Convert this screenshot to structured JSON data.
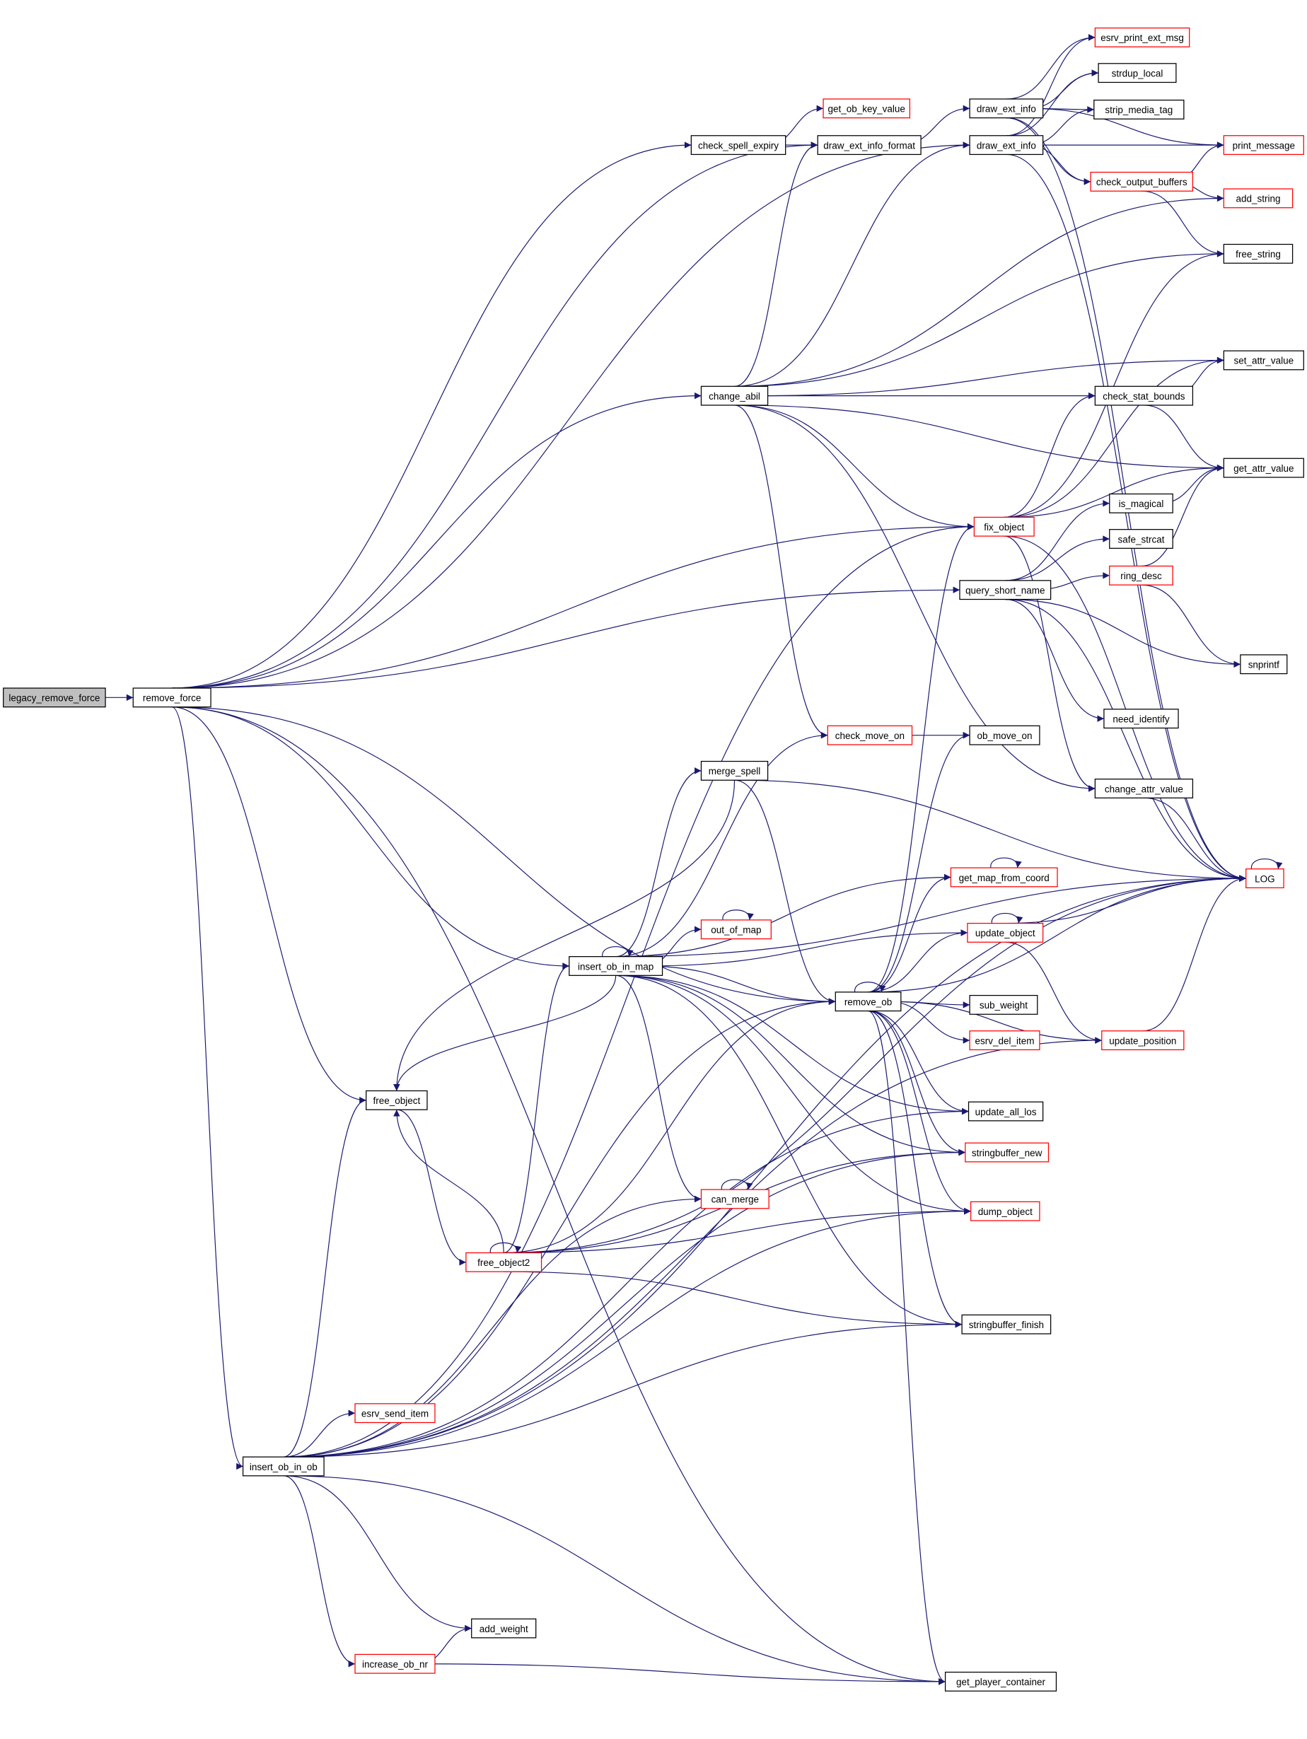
{
  "colors": {
    "edge": "#191970",
    "root_fill": "#bfbfbf",
    "normal_border": "#000000",
    "truncated_border": "#ff0000"
  },
  "nodes": [
    {
      "id": "legacy_remove_force",
      "label": "legacy_remove_force",
      "root": true
    },
    {
      "id": "remove_force",
      "label": "remove_force"
    },
    {
      "id": "check_spell_expiry",
      "label": "check_spell_expiry"
    },
    {
      "id": "get_ob_key_value",
      "label": "get_ob_key_value",
      "truncated": true
    },
    {
      "id": "draw_ext_info_format",
      "label": "draw_ext_info_format"
    },
    {
      "id": "draw_ext_info_1",
      "label": "draw_ext_info"
    },
    {
      "id": "draw_ext_info_2",
      "label": "draw_ext_info"
    },
    {
      "id": "esrv_print_ext_msg",
      "label": "esrv_print_ext_msg",
      "truncated": true
    },
    {
      "id": "strdup_local",
      "label": "strdup_local"
    },
    {
      "id": "strip_media_tag",
      "label": "strip_media_tag"
    },
    {
      "id": "print_message",
      "label": "print_message",
      "truncated": true
    },
    {
      "id": "check_output_buffers",
      "label": "check_output_buffers",
      "truncated": true
    },
    {
      "id": "add_string",
      "label": "add_string",
      "truncated": true
    },
    {
      "id": "free_string",
      "label": "free_string"
    },
    {
      "id": "change_abil",
      "label": "change_abil"
    },
    {
      "id": "set_attr_value",
      "label": "set_attr_value"
    },
    {
      "id": "check_stat_bounds",
      "label": "check_stat_bounds"
    },
    {
      "id": "get_attr_value",
      "label": "get_attr_value"
    },
    {
      "id": "fix_object",
      "label": "fix_object",
      "truncated": true
    },
    {
      "id": "is_magical",
      "label": "is_magical"
    },
    {
      "id": "safe_strcat",
      "label": "safe_strcat"
    },
    {
      "id": "query_short_name",
      "label": "query_short_name"
    },
    {
      "id": "ring_desc",
      "label": "ring_desc",
      "truncated": true
    },
    {
      "id": "snprintf",
      "label": "snprintf"
    },
    {
      "id": "need_identify",
      "label": "need_identify"
    },
    {
      "id": "check_move_on",
      "label": "check_move_on",
      "truncated": true
    },
    {
      "id": "ob_move_on",
      "label": "ob_move_on"
    },
    {
      "id": "merge_spell",
      "label": "merge_spell"
    },
    {
      "id": "change_attr_value",
      "label": "change_attr_value"
    },
    {
      "id": "LOG",
      "label": "LOG",
      "truncated": true
    },
    {
      "id": "get_map_from_coord",
      "label": "get_map_from_coord",
      "truncated": true
    },
    {
      "id": "out_of_map",
      "label": "out_of_map",
      "truncated": true
    },
    {
      "id": "update_object",
      "label": "update_object",
      "truncated": true
    },
    {
      "id": "insert_ob_in_map",
      "label": "insert_ob_in_map"
    },
    {
      "id": "remove_ob",
      "label": "remove_ob"
    },
    {
      "id": "sub_weight",
      "label": "sub_weight"
    },
    {
      "id": "esrv_del_item",
      "label": "esrv_del_item",
      "truncated": true
    },
    {
      "id": "update_position",
      "label": "update_position",
      "truncated": true
    },
    {
      "id": "free_object",
      "label": "free_object"
    },
    {
      "id": "update_all_los",
      "label": "update_all_los"
    },
    {
      "id": "stringbuffer_new",
      "label": "stringbuffer_new",
      "truncated": true
    },
    {
      "id": "can_merge",
      "label": "can_merge",
      "truncated": true
    },
    {
      "id": "dump_object",
      "label": "dump_object",
      "truncated": true
    },
    {
      "id": "free_object2",
      "label": "free_object2",
      "truncated": true
    },
    {
      "id": "stringbuffer_finish",
      "label": "stringbuffer_finish"
    },
    {
      "id": "esrv_send_item",
      "label": "esrv_send_item",
      "truncated": true
    },
    {
      "id": "insert_ob_in_ob",
      "label": "insert_ob_in_ob"
    },
    {
      "id": "add_weight",
      "label": "add_weight"
    },
    {
      "id": "increase_ob_nr",
      "label": "increase_ob_nr",
      "truncated": true
    },
    {
      "id": "get_player_container",
      "label": "get_player_container"
    }
  ],
  "edges": [
    [
      "legacy_remove_force",
      "remove_force"
    ],
    [
      "remove_force",
      "check_spell_expiry"
    ],
    [
      "remove_force",
      "draw_ext_info_format"
    ],
    [
      "remove_force",
      "draw_ext_info_2"
    ],
    [
      "remove_force",
      "change_abil"
    ],
    [
      "remove_force",
      "fix_object"
    ],
    [
      "remove_force",
      "query_short_name"
    ],
    [
      "remove_force",
      "insert_ob_in_map"
    ],
    [
      "remove_force",
      "remove_ob"
    ],
    [
      "remove_force",
      "free_object"
    ],
    [
      "remove_force",
      "insert_ob_in_ob"
    ],
    [
      "remove_force",
      "get_player_container"
    ],
    [
      "check_spell_expiry",
      "get_ob_key_value"
    ],
    [
      "check_spell_expiry",
      "draw_ext_info_format"
    ],
    [
      "draw_ext_info_format",
      "draw_ext_info_1"
    ],
    [
      "draw_ext_info_1",
      "esrv_print_ext_msg"
    ],
    [
      "draw_ext_info_1",
      "strdup_local"
    ],
    [
      "draw_ext_info_1",
      "strip_media_tag"
    ],
    [
      "draw_ext_info_1",
      "check_output_buffers"
    ],
    [
      "draw_ext_info_1",
      "print_message"
    ],
    [
      "draw_ext_info_1",
      "LOG"
    ],
    [
      "draw_ext_info_2",
      "esrv_print_ext_msg"
    ],
    [
      "draw_ext_info_2",
      "strdup_local"
    ],
    [
      "draw_ext_info_2",
      "strip_media_tag"
    ],
    [
      "draw_ext_info_2",
      "print_message"
    ],
    [
      "draw_ext_info_2",
      "check_output_buffers"
    ],
    [
      "draw_ext_info_2",
      "LOG"
    ],
    [
      "check_output_buffers",
      "print_message"
    ],
    [
      "check_output_buffers",
      "add_string"
    ],
    [
      "check_output_buffers",
      "free_string"
    ],
    [
      "change_abil",
      "draw_ext_info_format"
    ],
    [
      "change_abil",
      "draw_ext_info_2"
    ],
    [
      "change_abil",
      "add_string"
    ],
    [
      "change_abil",
      "free_string"
    ],
    [
      "change_abil",
      "set_attr_value"
    ],
    [
      "change_abil",
      "check_stat_bounds"
    ],
    [
      "change_abil",
      "get_attr_value"
    ],
    [
      "change_abil",
      "fix_object"
    ],
    [
      "change_abil",
      "check_move_on"
    ],
    [
      "change_abil",
      "change_attr_value"
    ],
    [
      "check_stat_bounds",
      "set_attr_value"
    ],
    [
      "check_stat_bounds",
      "get_attr_value"
    ],
    [
      "fix_object",
      "free_string"
    ],
    [
      "fix_object",
      "set_attr_value"
    ],
    [
      "fix_object",
      "check_stat_bounds"
    ],
    [
      "fix_object",
      "get_attr_value"
    ],
    [
      "fix_object",
      "change_attr_value"
    ],
    [
      "fix_object",
      "LOG"
    ],
    [
      "is_magical",
      "get_attr_value"
    ],
    [
      "query_short_name",
      "is_magical"
    ],
    [
      "query_short_name",
      "safe_strcat"
    ],
    [
      "query_short_name",
      "ring_desc"
    ],
    [
      "query_short_name",
      "need_identify"
    ],
    [
      "query_short_name",
      "snprintf"
    ],
    [
      "query_short_name",
      "LOG"
    ],
    [
      "ring_desc",
      "get_attr_value"
    ],
    [
      "ring_desc",
      "snprintf"
    ],
    [
      "change_attr_value",
      "LOG"
    ],
    [
      "check_move_on",
      "ob_move_on"
    ],
    [
      "merge_spell",
      "LOG"
    ],
    [
      "merge_spell",
      "remove_ob"
    ],
    [
      "merge_spell",
      "free_object"
    ],
    [
      "insert_ob_in_map",
      "insert_ob_in_map"
    ],
    [
      "insert_ob_in_map",
      "check_move_on"
    ],
    [
      "insert_ob_in_map",
      "merge_spell"
    ],
    [
      "insert_ob_in_map",
      "LOG"
    ],
    [
      "insert_ob_in_map",
      "get_map_from_coord"
    ],
    [
      "insert_ob_in_map",
      "update_object"
    ],
    [
      "insert_ob_in_map",
      "out_of_map"
    ],
    [
      "insert_ob_in_map",
      "remove_ob"
    ],
    [
      "insert_ob_in_map",
      "free_object"
    ],
    [
      "insert_ob_in_map",
      "update_all_los"
    ],
    [
      "insert_ob_in_map",
      "stringbuffer_new"
    ],
    [
      "insert_ob_in_map",
      "dump_object"
    ],
    [
      "insert_ob_in_map",
      "can_merge"
    ],
    [
      "insert_ob_in_map",
      "stringbuffer_finish"
    ],
    [
      "remove_ob",
      "remove_ob"
    ],
    [
      "remove_ob",
      "fix_object"
    ],
    [
      "remove_ob",
      "ob_move_on"
    ],
    [
      "remove_ob",
      "get_map_from_coord"
    ],
    [
      "remove_ob",
      "update_object"
    ],
    [
      "remove_ob",
      "LOG"
    ],
    [
      "remove_ob",
      "sub_weight"
    ],
    [
      "remove_ob",
      "esrv_del_item"
    ],
    [
      "remove_ob",
      "update_position"
    ],
    [
      "remove_ob",
      "update_all_los"
    ],
    [
      "remove_ob",
      "stringbuffer_new"
    ],
    [
      "remove_ob",
      "dump_object"
    ],
    [
      "remove_ob",
      "stringbuffer_finish"
    ],
    [
      "remove_ob",
      "get_player_container"
    ],
    [
      "update_object",
      "update_object"
    ],
    [
      "update_object",
      "LOG"
    ],
    [
      "update_object",
      "update_position"
    ],
    [
      "get_map_from_coord",
      "get_map_from_coord"
    ],
    [
      "out_of_map",
      "out_of_map"
    ],
    [
      "LOG",
      "LOG"
    ],
    [
      "can_merge",
      "can_merge"
    ],
    [
      "update_position",
      "LOG"
    ],
    [
      "free_object",
      "free_object2"
    ],
    [
      "free_object2",
      "free_object"
    ],
    [
      "free_object2",
      "free_object2"
    ],
    [
      "free_object2",
      "insert_ob_in_map"
    ],
    [
      "free_object2",
      "remove_ob"
    ],
    [
      "free_object2",
      "stringbuffer_new"
    ],
    [
      "free_object2",
      "dump_object"
    ],
    [
      "free_object2",
      "stringbuffer_finish"
    ],
    [
      "free_object2",
      "LOG"
    ],
    [
      "insert_ob_in_ob",
      "fix_object"
    ],
    [
      "insert_ob_in_ob",
      "free_object"
    ],
    [
      "insert_ob_in_ob",
      "can_merge"
    ],
    [
      "insert_ob_in_ob",
      "esrv_send_item"
    ],
    [
      "insert_ob_in_ob",
      "remove_ob"
    ],
    [
      "insert_ob_in_ob",
      "stringbuffer_new"
    ],
    [
      "insert_ob_in_ob",
      "dump_object"
    ],
    [
      "insert_ob_in_ob",
      "stringbuffer_finish"
    ],
    [
      "insert_ob_in_ob",
      "update_position"
    ],
    [
      "insert_ob_in_ob",
      "LOG"
    ],
    [
      "insert_ob_in_ob",
      "add_weight"
    ],
    [
      "insert_ob_in_ob",
      "increase_ob_nr"
    ],
    [
      "insert_ob_in_ob",
      "get_player_container"
    ],
    [
      "insert_ob_in_ob",
      "update_all_los"
    ],
    [
      "increase_ob_nr",
      "add_weight"
    ],
    [
      "increase_ob_nr",
      "get_player_container"
    ]
  ]
}
